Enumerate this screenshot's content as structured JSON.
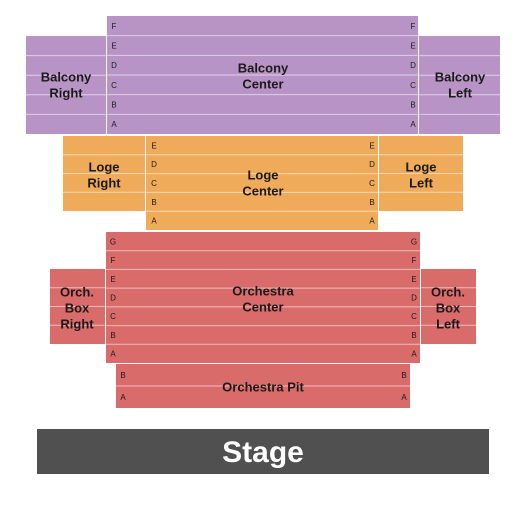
{
  "colors": {
    "balcony": "#b894c6",
    "loge": "#f0ab5a",
    "orchestra": "#d96b6b",
    "stage": "#505050",
    "divider": "#ffffff"
  },
  "sections": {
    "balcony_right": {
      "lines": [
        "Balcony",
        "Right"
      ],
      "rows": 5
    },
    "balcony_center": {
      "lines": [
        "Balcony",
        "Center"
      ],
      "rows": [
        "F",
        "E",
        "D",
        "C",
        "B",
        "A"
      ]
    },
    "balcony_left": {
      "lines": [
        "Balcony",
        "Left"
      ],
      "rows": 5
    },
    "loge_right": {
      "lines": [
        "Loge",
        "Right"
      ],
      "rows": 4
    },
    "loge_center": {
      "lines": [
        "Loge",
        "Center"
      ],
      "rows": [
        "E",
        "D",
        "C",
        "B",
        "A"
      ]
    },
    "loge_left": {
      "lines": [
        "Loge",
        "Left"
      ],
      "rows": 4
    },
    "orch_box_right": {
      "lines": [
        "Orch.",
        "Box",
        "Right"
      ],
      "rows": 4
    },
    "orchestra_center": {
      "lines": [
        "Orchestra",
        "Center"
      ],
      "rows": [
        "G",
        "F",
        "E",
        "D",
        "C",
        "B",
        "A"
      ]
    },
    "orch_box_left": {
      "lines": [
        "Orch.",
        "Box",
        "Left"
      ],
      "rows": 4
    },
    "orchestra_pit": {
      "lines": [
        "Orchestra Pit"
      ],
      "rows": [
        "B",
        "A"
      ]
    }
  },
  "stage": {
    "label": "Stage"
  }
}
